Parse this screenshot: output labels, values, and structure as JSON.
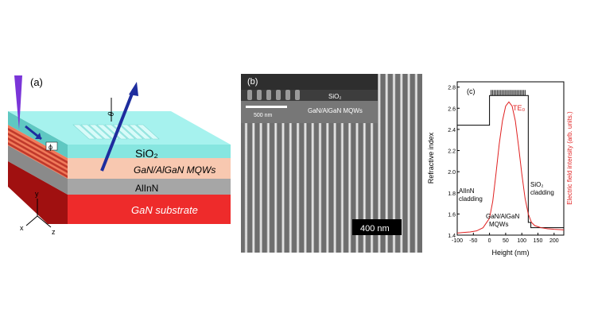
{
  "figure": {
    "panel_a": {
      "label": "(a)",
      "layers": {
        "sio2": "SiO₂",
        "mqw": "GaN/AlGaN MQWs",
        "alinn": "AlInN",
        "substrate": "GaN substrate"
      },
      "angle_theta": "θ",
      "angle_phi": "ϕ",
      "axes": {
        "x": "x",
        "y": "y",
        "z": "z"
      },
      "colors": {
        "sio2": "#86e6e0",
        "mqw_dark": "#c0392b",
        "mqw_light": "#f08060",
        "alinn": "#9c9c9c",
        "substrate": "#ee2b2b",
        "beam": "#1e2d9e",
        "excitation": "#6a2bd8"
      }
    },
    "panel_b": {
      "label": "(b)",
      "inset_text_1": "SiO₂",
      "inset_text_2": "GaN/AlGaN MQWs",
      "inset_scalebar": "500 nm",
      "scalebar": "400 nm"
    },
    "panel_c": {
      "label": "(c)",
      "mode_label": "TE₀",
      "text_alinn": "AlInN",
      "text_alinn_2": "cladding",
      "text_sio2": "SiO₂",
      "text_sio2_2": "cladding",
      "text_mqw": "GaN/AlGaN",
      "text_mqw_2": "MQWs",
      "colors": {
        "index": "#000000",
        "field": "#e02020"
      }
    }
  },
  "chart_data": {
    "type": "line",
    "xlabel": "Height (nm)",
    "ylabel": "Refractive index",
    "y2label": "Electric field intensity (arb. units.)",
    "xlim": [
      -100,
      230
    ],
    "ylim": [
      1.4,
      2.85
    ],
    "xticks": [
      "-100",
      "-50",
      "0",
      "50",
      "100",
      "150",
      "200"
    ],
    "yticks": [
      "1.4",
      "1.6",
      "1.8",
      "2.0",
      "2.2",
      "2.4",
      "2.6",
      "2.8"
    ],
    "series": [
      {
        "x": [
          -100,
          0,
          0,
          120,
          120,
          128,
          128,
          230
        ],
        "y": [
          2.44,
          2.44,
          2.72,
          2.72,
          1.52,
          1.52,
          1.47,
          1.47
        ]
      },
      {
        "x": [
          -100,
          -80,
          -60,
          -40,
          -20,
          0,
          10,
          20,
          30,
          40,
          50,
          60,
          70,
          80,
          90,
          100,
          110,
          120,
          130,
          140,
          150,
          160,
          180,
          200,
          230
        ],
        "y": [
          1.42,
          1.425,
          1.43,
          1.44,
          1.47,
          1.56,
          1.72,
          1.98,
          2.26,
          2.48,
          2.62,
          2.66,
          2.62,
          2.48,
          2.24,
          1.98,
          1.75,
          1.6,
          1.52,
          1.49,
          1.48,
          1.47,
          1.46,
          1.455,
          1.45
        ]
      }
    ]
  }
}
